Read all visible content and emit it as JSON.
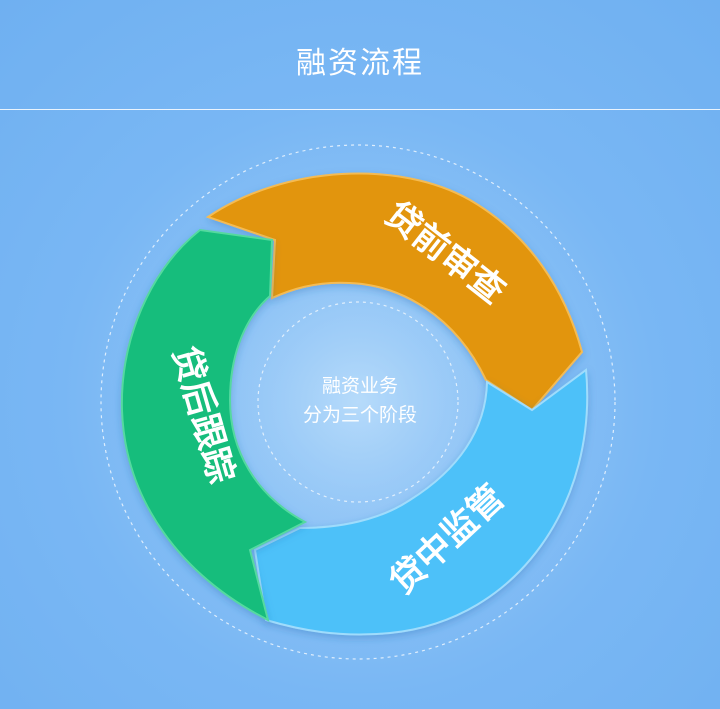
{
  "header": {
    "title": "融资流程"
  },
  "diagram": {
    "center": {
      "line1": "融资业务",
      "line2": "分为三个阶段"
    },
    "stages": [
      {
        "label": "贷前审查",
        "color": "#e2950a"
      },
      {
        "label": "贷中监管",
        "color": "#4dc1f9"
      },
      {
        "label": "贷后跟踪",
        "color": "#13bd7c"
      }
    ]
  }
}
